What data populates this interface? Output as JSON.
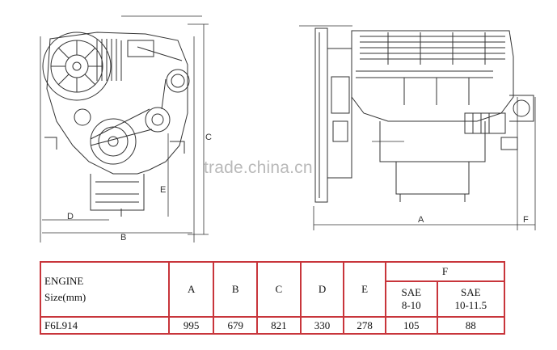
{
  "watermark": "trade.china.cn",
  "dimension_labels": {
    "front_view": [
      "C",
      "E",
      "D",
      "B"
    ],
    "side_view": [
      "A",
      "F"
    ]
  },
  "table": {
    "engine_header_line1": "ENGINE",
    "engine_header_line2": "Size(mm)",
    "columns": [
      "A",
      "B",
      "C",
      "D",
      "E"
    ],
    "f_header": "F",
    "f_sub": [
      {
        "line1": "SAE",
        "line2": "8-10"
      },
      {
        "line1": "SAE",
        "line2": "10-11.5"
      }
    ],
    "row": {
      "model": "F6L914",
      "A": "995",
      "B": "679",
      "C": "821",
      "D": "330",
      "E": "278",
      "F1": "105",
      "F2": "88"
    }
  },
  "colors": {
    "table_border": "#c8353b",
    "line": "#333333",
    "watermark": "#b9b9b9"
  }
}
